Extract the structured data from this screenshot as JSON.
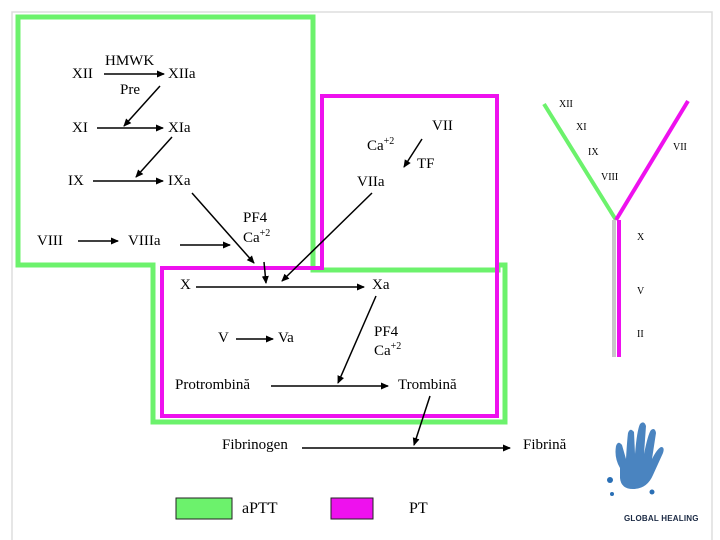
{
  "colors": {
    "aptt": "#6cf26c",
    "pt": "#ee11ee",
    "gray": "#c8c8c8",
    "logo_blue": "#2a6fb5"
  },
  "intrinsic": {
    "xii": "XII",
    "hmwk": "HMWK",
    "pre": "Pre",
    "xiia": "XIIa",
    "xi": "XI",
    "xia": "XIa",
    "ix": "IX",
    "ixa": "IXa",
    "viii": "VIII",
    "viiia": "VIIIa",
    "pf4": "PF4",
    "ca": "Ca",
    "ca_sup": "+2"
  },
  "extrinsic": {
    "ca": "Ca",
    "ca_sup": "+2",
    "vii": "VII",
    "tf": "TF",
    "viia": "VIIa"
  },
  "common": {
    "x": "X",
    "xa": "Xa",
    "v": "V",
    "va": "Va",
    "pf4": "PF4",
    "ca": "Ca",
    "ca_sup": "+2",
    "protrombina": "Protrombină",
    "trombina": "Trombină",
    "fibrinogen": "Fibrinogen",
    "fibrina": "Fibrină"
  },
  "y_diagram": {
    "left_labels": [
      "XII",
      "XI",
      "IX",
      "VIII"
    ],
    "right_label": "VII",
    "stem_labels": [
      "X",
      "V",
      "II"
    ]
  },
  "legend": {
    "aptt": "aPTT",
    "pt": "PT"
  },
  "logo": {
    "text": "GLOBAL HEALING",
    "icon": "hand-print-icon"
  }
}
